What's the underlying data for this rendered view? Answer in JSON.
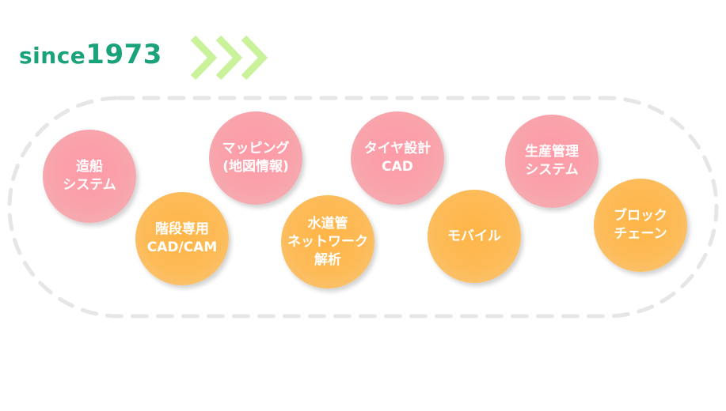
{
  "header": {
    "since_word": "since",
    "since_year": "1973"
  },
  "colors": {
    "brand_green": "#1aa27a",
    "chevron_green": "#c9f29a",
    "track_gray": "#e6e6e6",
    "bubble_pink": "#fba0aa",
    "bubble_orange": "#fdbb52"
  },
  "bubbles": [
    {
      "id": "shipbuilding",
      "color": "pink",
      "lines": [
        "造船",
        "システム"
      ]
    },
    {
      "id": "staircase-cad-cam",
      "color": "orange",
      "lines": [
        "階段専用",
        "CAD/CAM"
      ]
    },
    {
      "id": "mapping",
      "color": "pink",
      "lines": [
        "マッピング",
        "(地図情報)"
      ]
    },
    {
      "id": "water-network",
      "color": "orange",
      "lines": [
        "水道管",
        "ネットワーク",
        "解析"
      ]
    },
    {
      "id": "tire-design-cad",
      "color": "pink",
      "lines": [
        "タイヤ設計",
        "CAD"
      ]
    },
    {
      "id": "mobile",
      "color": "orange",
      "lines": [
        "モバイル"
      ]
    },
    {
      "id": "production-management",
      "color": "pink",
      "lines": [
        "生産管理",
        "システム"
      ]
    },
    {
      "id": "blockchain",
      "color": "orange",
      "lines": [
        "ブロック",
        "チェーン"
      ]
    }
  ]
}
